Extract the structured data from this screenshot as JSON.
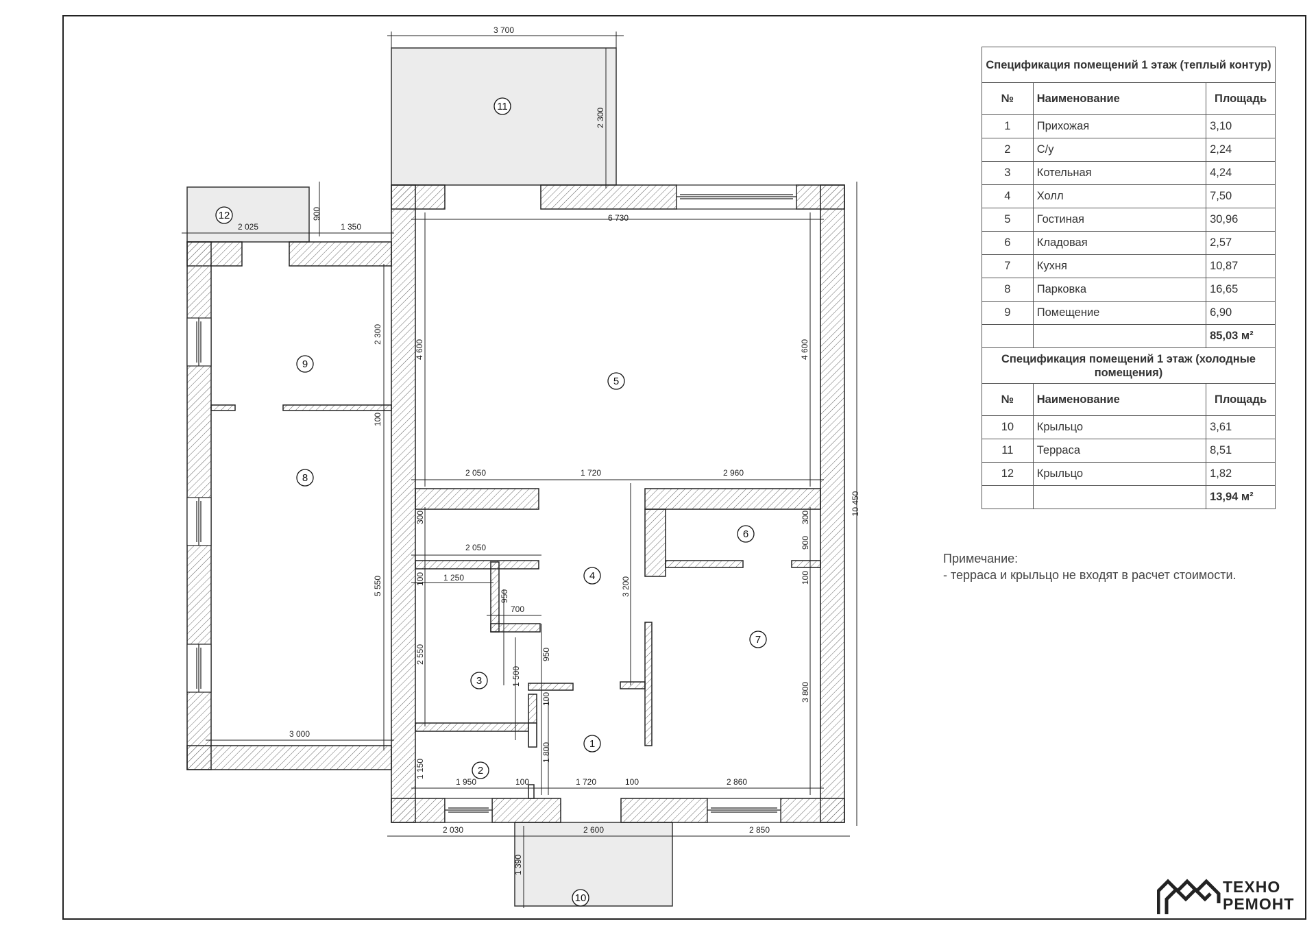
{
  "rooms": {
    "r1": "1",
    "r2": "2",
    "r3": "3",
    "r4": "4",
    "r5": "5",
    "r6": "6",
    "r7": "7",
    "r8": "8",
    "r9": "9",
    "r10": "10",
    "r11": "11",
    "r12": "12"
  },
  "dimensions": {
    "d_3700": "3 700",
    "d_2300_terrace": "2 300",
    "d_2025": "2 025",
    "d_900_porch": "900",
    "d_1350": "1 350",
    "d_6730": "6 730",
    "d_4600_left": "4 600",
    "d_4600_right": "4 600",
    "d_2300_room9": "2 300",
    "d_100_room9": "100",
    "d_5550": "5 550",
    "d_3000": "3 000",
    "d_10450": "10 450",
    "d_2050_top": "2 050",
    "d_1720_top": "1 720",
    "d_2960": "2 960",
    "d_300_left": "300",
    "d_2050_mid": "2 050",
    "d_100_a": "100",
    "d_1250": "1 250",
    "d_950_a": "950",
    "d_700": "700",
    "d_3200": "3 200",
    "d_300_right": "300",
    "d_900_right": "900",
    "d_100_right": "100",
    "d_2550": "2 550",
    "d_1500": "1 500",
    "d_950_b": "950",
    "d_100_b": "100",
    "d_3800": "3 800",
    "d_1800": "1 800",
    "d_1150": "1 150",
    "d_1950": "1 950",
    "d_100_c": "100",
    "d_1720_bottom": "1 720",
    "d_100_d": "100",
    "d_2860": "2 860",
    "d_2030": "2 030",
    "d_2600": "2 600",
    "d_2850": "2 850",
    "d_1390": "1 390"
  },
  "spec_warm": {
    "title": "Спецификация помещений 1 этаж (теплый контур)",
    "col_num": "№",
    "col_name": "Наименование",
    "col_area": "Площадь",
    "rows": [
      {
        "num": "1",
        "name": "Прихожая",
        "area": "3,10"
      },
      {
        "num": "2",
        "name": "С/у",
        "area": "2,24"
      },
      {
        "num": "3",
        "name": "Котельная",
        "area": "4,24"
      },
      {
        "num": "4",
        "name": "Холл",
        "area": "7,50"
      },
      {
        "num": "5",
        "name": "Гостиная",
        "area": "30,96"
      },
      {
        "num": "6",
        "name": "Кладовая",
        "area": "2,57"
      },
      {
        "num": "7",
        "name": "Кухня",
        "area": "10,87"
      },
      {
        "num": "8",
        "name": "Парковка",
        "area": "16,65"
      },
      {
        "num": "9",
        "name": "Помещение",
        "area": "6,90"
      }
    ],
    "total": "85,03 м²"
  },
  "spec_cold": {
    "title": "Спецификация помещений 1 этаж (холодные помещения)",
    "col_num": "№",
    "col_name": "Наименование",
    "col_area": "Площадь",
    "rows": [
      {
        "num": "10",
        "name": "Крыльцо",
        "area": "3,61"
      },
      {
        "num": "11",
        "name": "Терраса",
        "area": "8,51"
      },
      {
        "num": "12",
        "name": "Крыльцо",
        "area": "1,82"
      }
    ],
    "total": "13,94 м²"
  },
  "note": {
    "title": "Примечание:",
    "text": "- терраса и крыльцо не входят в расчет стоимости."
  },
  "logo": {
    "line1": "ТЕХНО",
    "line2": "РЕМОНТ"
  },
  "colors": {
    "wall_hatch": "#555555",
    "line": "#222222",
    "outdoor_fill": "#ececec"
  }
}
